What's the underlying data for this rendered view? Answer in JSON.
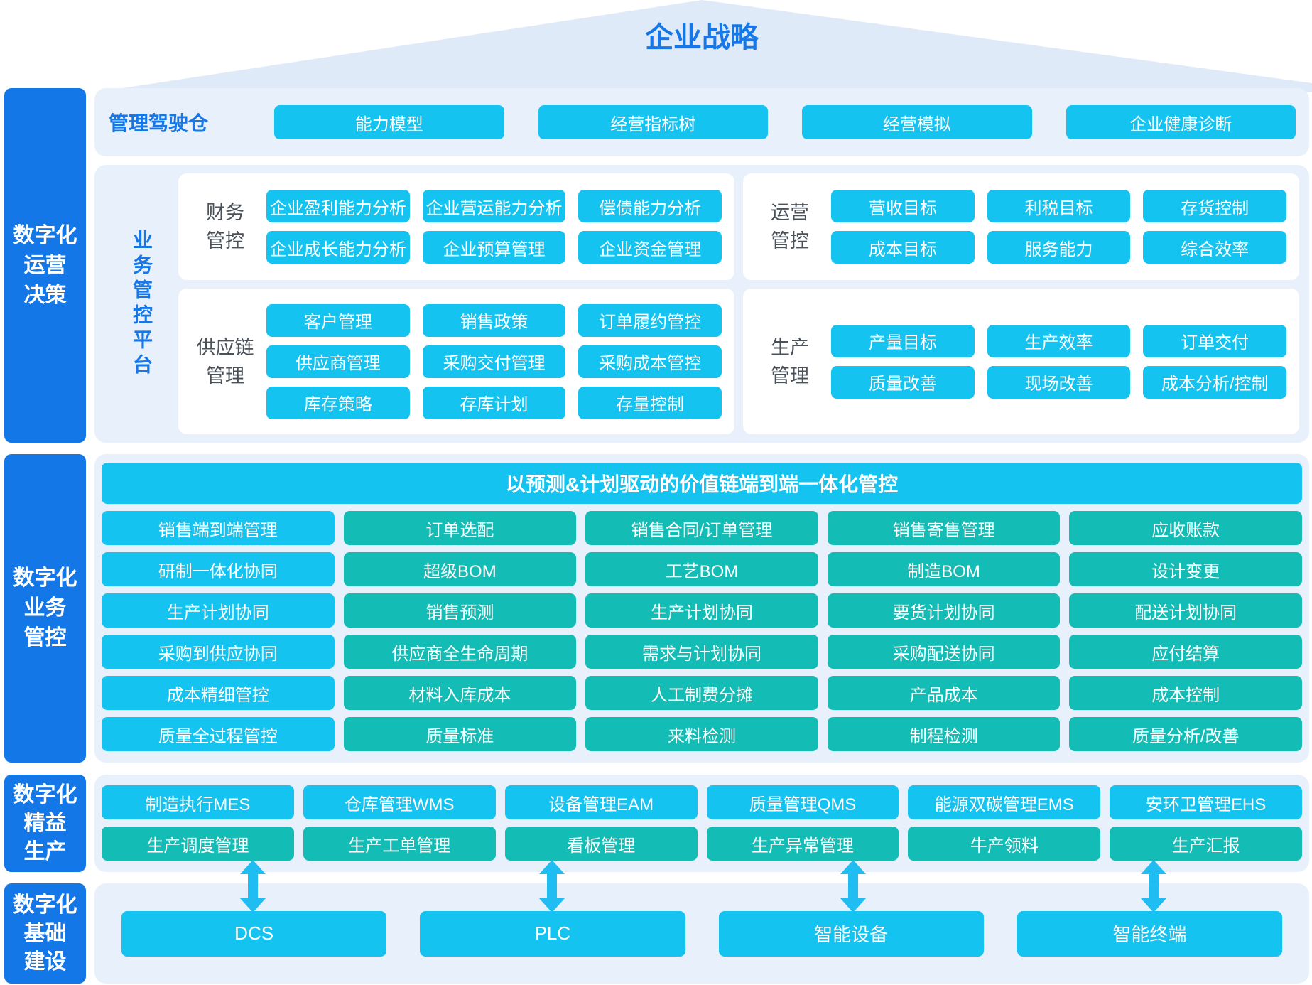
{
  "title": "企业战略",
  "colors": {
    "accent_blue": "#1677E8",
    "sidebar_blue": "#1377E8",
    "cyan": "#15C3F0",
    "teal": "#13BDB5",
    "panel_bg": "#E8F1FB",
    "roof_bg": "#DFEAF8",
    "arrow": "#1FBDF2",
    "box_label_gray": "#4A5158"
  },
  "sidebar": {
    "blocks": [
      {
        "lines": [
          "数字化",
          "运营",
          "决策"
        ]
      },
      {
        "lines": [
          "数字化",
          "业务",
          "管控"
        ]
      },
      {
        "lines": [
          "数字化",
          "精益",
          "生产"
        ]
      },
      {
        "lines": [
          "数字化",
          "基础",
          "建设"
        ]
      }
    ]
  },
  "sec1": {
    "cockpit": {
      "label": "管理驾驶仓",
      "buttons": [
        "能力模型",
        "经营指标树",
        "经营模拟",
        "企业健康诊断"
      ]
    },
    "platform": {
      "label": "业务管控平台",
      "boxes": [
        {
          "name": [
            "财务",
            "管控"
          ],
          "rows": [
            [
              "企业盈利能力分析",
              "企业营运能力分析",
              "偿债能力分析"
            ],
            [
              "企业成长能力分析",
              "企业预算管理",
              "企业资金管理"
            ]
          ]
        },
        {
          "name": [
            "运营",
            "管控"
          ],
          "rows": [
            [
              "营收目标",
              "利税目标",
              "存货控制"
            ],
            [
              "成本目标",
              "服务能力",
              "综合效率"
            ]
          ]
        },
        {
          "name": [
            "供应链",
            "管理"
          ],
          "rows": [
            [
              "客户管理",
              "销售政策",
              "订单履约管控"
            ],
            [
              "供应商管理",
              "采购交付管理",
              "采购成本管控"
            ],
            [
              "库存策略",
              "存库计划",
              "存量控制"
            ]
          ]
        },
        {
          "name": [
            "生产",
            "管理"
          ],
          "rows": [
            [
              "产量目标",
              "生产效率",
              "订单交付"
            ],
            [
              "质量改善",
              "现场改善",
              "成本分析/控制"
            ]
          ]
        }
      ]
    }
  },
  "sec2": {
    "banner": "以预测&计划驱动的价值链端到端一体化管控",
    "rows": [
      [
        "销售端到端管理",
        "订单选配",
        "销售合同/订单管理",
        "销售寄售管理",
        "应收账款"
      ],
      [
        "研制一体化协同",
        "超级BOM",
        "工艺BOM",
        "制造BOM",
        "设计变更"
      ],
      [
        "生产计划协同",
        "销售预测",
        "生产计划协同",
        "要货计划协同",
        "配送计划协同"
      ],
      [
        "采购到供应协同",
        "供应商全生命周期",
        "需求与计划协同",
        "采购配送协同",
        "应付结算"
      ],
      [
        "成本精细管控",
        "材料入库成本",
        "人工制费分摊",
        "产品成本",
        "成本控制"
      ],
      [
        "质量全过程管控",
        "质量标准",
        "来料检测",
        "制程检测",
        "质量分析/改善"
      ]
    ]
  },
  "sec3": {
    "rows": [
      [
        "制造执行MES",
        "仓库管理WMS",
        "设备管理EAM",
        "质量管理QMS",
        "能源双碳管理EMS",
        "安环卫管理EHS"
      ],
      [
        "生产调度管理",
        "生产工单管理",
        "看板管理",
        "生产异常管理",
        "牛产领料",
        "生产汇报"
      ]
    ]
  },
  "sec4": {
    "items": [
      "DCS",
      "PLC",
      "智能设备",
      "智能终端"
    ]
  }
}
